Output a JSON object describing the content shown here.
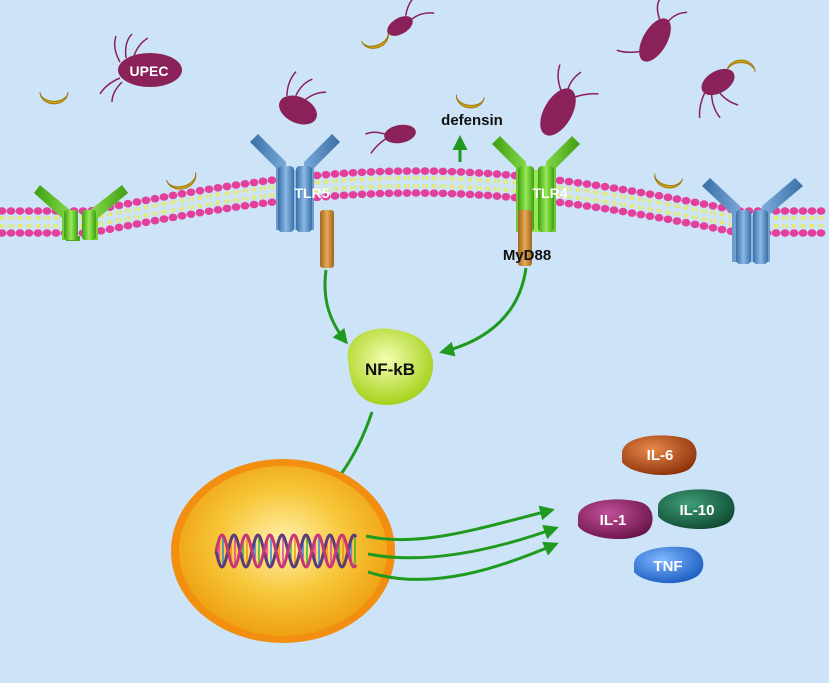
{
  "labels": {
    "upec": "UPEC",
    "defensin": "defensin",
    "tlr5": "TLR5",
    "tlr4": "TLR4",
    "myd88": "MyD88",
    "nfkb": "NF-kB",
    "il6": "IL-6",
    "il1": "IL-1",
    "il10": "IL-10",
    "tnf": "TNF"
  },
  "colors": {
    "background": "#cde4f8",
    "arrow": "#1f9a1f",
    "head": "#e3409c",
    "tail": "#ecec40",
    "tlr_blue": "#4e86be",
    "tlr_green": "#5bc822",
    "adapter": "#c98a2e",
    "defensin": "#d4a514",
    "bacteria": "#8a2158",
    "nfkb": "#b9e02e",
    "nucleus": "#f2a516",
    "il6": "#b4420e",
    "il1": "#8a2064",
    "il10": "#1d6648",
    "tnf": "#2b73d4"
  }
}
